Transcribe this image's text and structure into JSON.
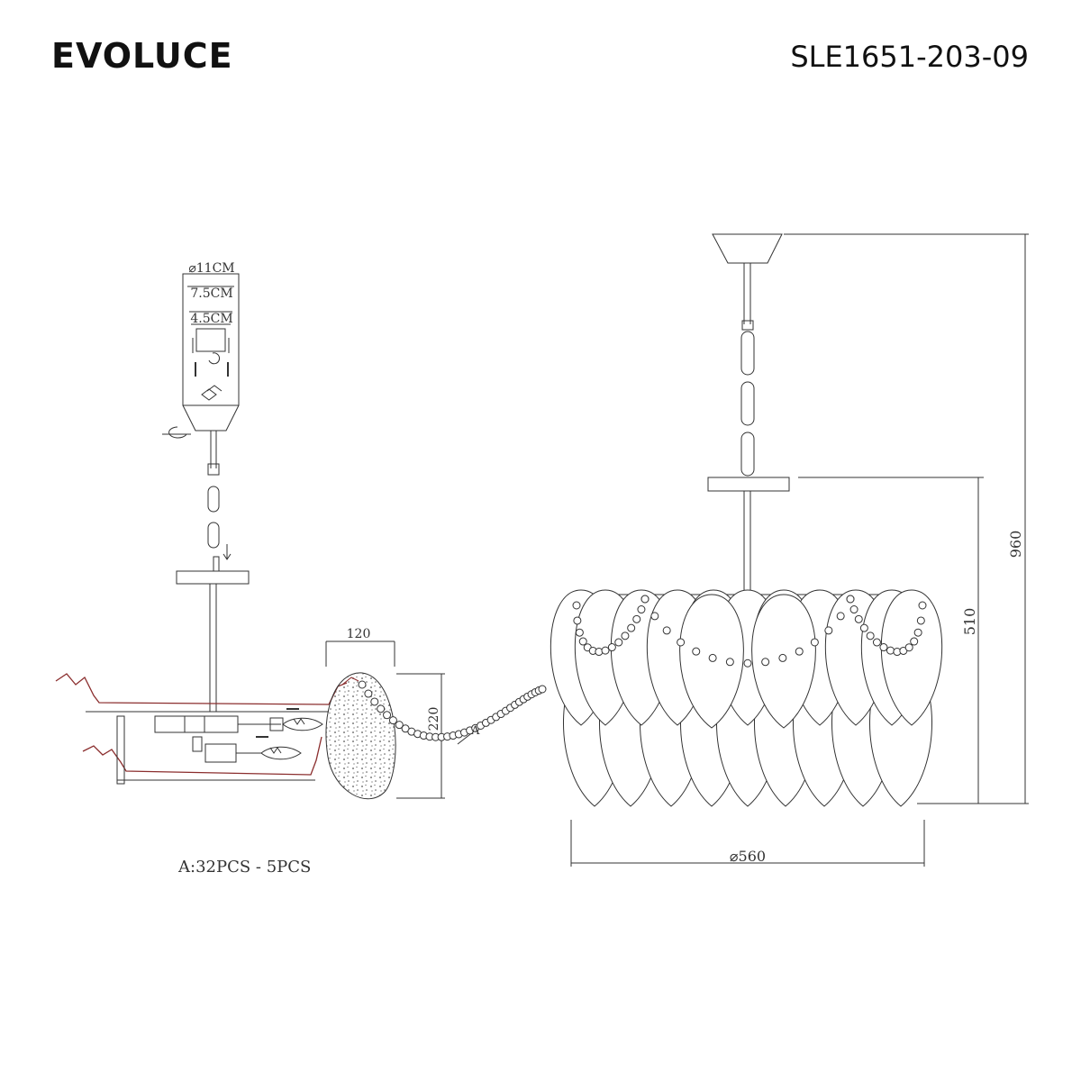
{
  "header": {
    "brand": "EVOLUCE",
    "model": "SLE1651-203-09"
  },
  "canopy_detail": {
    "dia_outer": "⌀11CM",
    "dia_mid": "7.5CM",
    "dia_inner": "4.5CM"
  },
  "crystal_detail": {
    "width": "120",
    "height": "220",
    "callout": "A"
  },
  "parts_note": "A:32PCS - 5PCS",
  "front_view": {
    "total_height": "960",
    "body_height": "510",
    "diameter": "⌀560"
  },
  "colors": {
    "line": "#333333",
    "wire": "#8b2e2e",
    "background": "#ffffff"
  }
}
